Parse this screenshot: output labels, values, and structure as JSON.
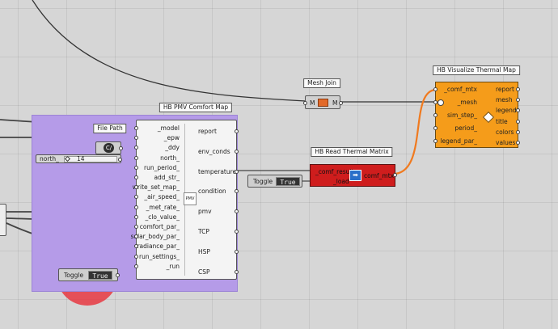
{
  "colors": {
    "canvas": "#d6d6d6",
    "group": "#b59be8",
    "hb_visualize": "#f59c1a",
    "hb_read": "#cf1d1d",
    "wire_orange": "#f07a1f",
    "cursor_highlight": "#e8323c"
  },
  "components": {
    "file_path": {
      "label": "File Path"
    },
    "north_slider": {
      "name": "north_",
      "value": "14"
    },
    "pmv_map": {
      "title": "HB PMV Comfort Map",
      "inputs": [
        "_model",
        "_epw",
        "_ddy",
        "north_",
        "run_period_",
        "add_str_",
        "write_set_map_",
        "_air_speed_",
        "_met_rate_",
        "_clo_value_",
        "comfort_par_",
        "solar_body_par_",
        "radiance_par_",
        "run_settings_",
        "_run"
      ],
      "outputs": [
        "report",
        "env_conds",
        "temperature",
        "condition",
        "pmv",
        "TCP",
        "HSP",
        "CSP"
      ],
      "icon": "PMV"
    },
    "toggle_run": {
      "label": "Toggle",
      "value": "True"
    },
    "mesh_join": {
      "title": "Mesh Join",
      "input": "M",
      "output": "M"
    },
    "hb_read": {
      "title": "HB Read Thermal Matrix",
      "inputs": [
        "_comf_result",
        "_load"
      ],
      "output": "comf_mtx"
    },
    "toggle_load": {
      "label": "Toggle",
      "value": "True"
    },
    "hb_visualize": {
      "title": "HB Visualize Thermal Map",
      "inputs": [
        "_comf_mtx",
        "_mesh",
        "sim_step_",
        "period_",
        "legend_par_"
      ],
      "outputs": [
        "report",
        "mesh",
        "legend",
        "title",
        "colors",
        "values"
      ]
    }
  }
}
